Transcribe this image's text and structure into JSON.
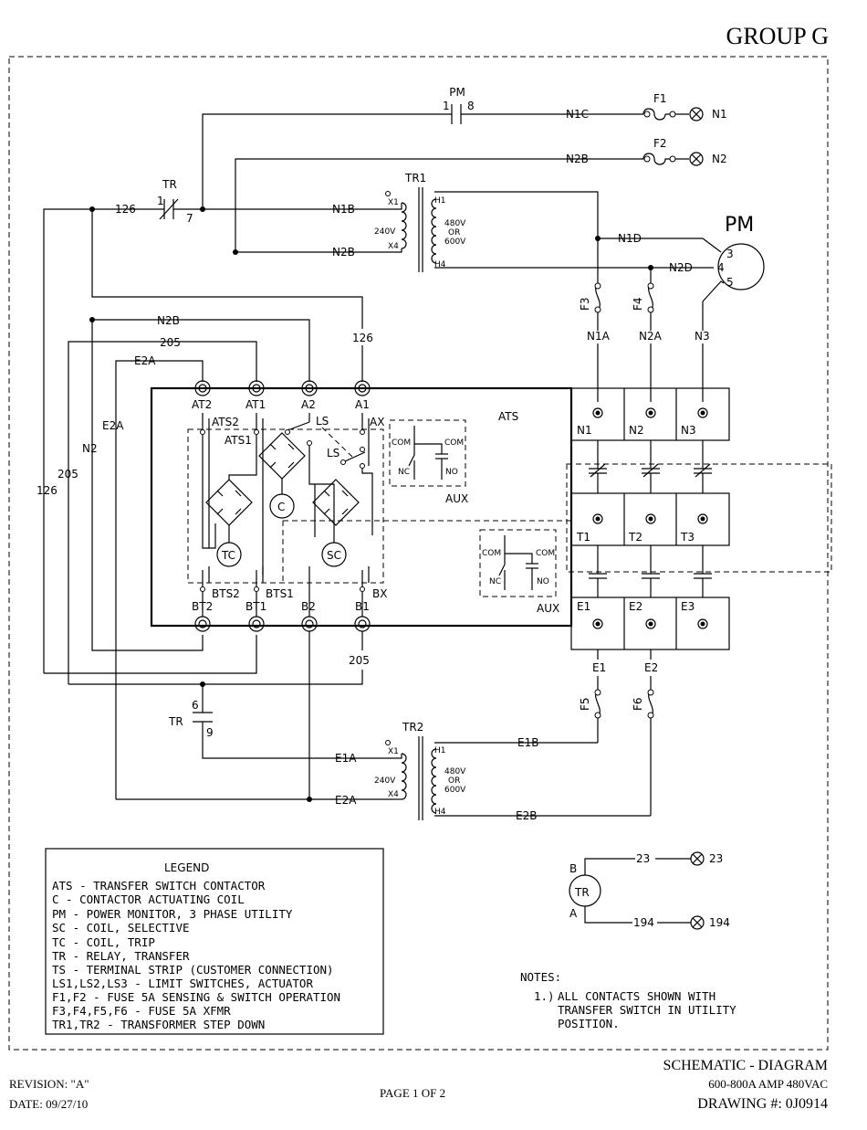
{
  "header": {
    "group": "GROUP G"
  },
  "top_wires": {
    "pm_contact": {
      "tag": "PM",
      "pin1": "1",
      "pin2": "8"
    },
    "n1c": "N1C",
    "n2b": "N2B",
    "n1b": "N1B",
    "n2b2": "N2B",
    "f1": "F1",
    "f2": "F2",
    "n1": "N1",
    "n2": "N2",
    "tr_contact": {
      "tag": "TR",
      "pin1": "1",
      "pin2": "7",
      "wire": "126"
    }
  },
  "tr1": {
    "name": "TR1",
    "x1": "X1",
    "x4": "X4",
    "h1": "H1",
    "h4": "H4",
    "secondary": "240V",
    "primary": [
      "480V",
      "OR",
      "600V"
    ]
  },
  "pm": {
    "name": "PM",
    "pins": [
      "3",
      "4",
      "5"
    ],
    "n1d": "N1D",
    "n2d": "N2D"
  },
  "fuses_top": {
    "f3": "F3",
    "f4": "F4",
    "n1a": "N1A",
    "n2a": "N2A",
    "n3": "N3"
  },
  "left_wires": {
    "n2b": "N2B",
    "w205": "205",
    "e2a": "E2A",
    "w126": "126",
    "e2a_v": "E2A",
    "n2_v": "N2",
    "w205_v": "205",
    "w126_v": "126"
  },
  "ats": {
    "name": "ATS",
    "top_terms": [
      "AT2",
      "AT1",
      "A2",
      "A1"
    ],
    "bottom_terms": [
      "BT2",
      "BT1",
      "B2",
      "B1"
    ],
    "contacts": [
      "ATS2",
      "ATS1",
      "LS",
      "AX",
      "LS",
      "BTS2",
      "BTS1",
      "BX"
    ],
    "coils": [
      "TC",
      "C",
      "SC"
    ],
    "aux1": {
      "com1": "COM",
      "com2": "COM",
      "nc": "NC",
      "no": "NO",
      "label": "AUX"
    },
    "aux2": {
      "com1": "COM",
      "com2": "COM",
      "nc": "NC",
      "no": "NO",
      "label": "AUX"
    }
  },
  "power_terms": {
    "n": [
      "N1",
      "N2",
      "N3"
    ],
    "t": [
      "T1",
      "T2",
      "T3"
    ],
    "e": [
      "E1",
      "E2",
      "E3"
    ]
  },
  "bottom_wires": {
    "w205": "205",
    "e1": "E1",
    "e2": "E2",
    "f5": "F5",
    "f6": "F6",
    "tr_contact": {
      "tag": "TR",
      "pin1": "6",
      "pin2": "9"
    },
    "e1a": "E1A",
    "e2a": "E2A",
    "e1b": "E1B",
    "e2b": "E2B"
  },
  "tr2": {
    "name": "TR2",
    "x1": "X1",
    "x4": "X4",
    "h1": "H1",
    "h4": "H4",
    "secondary": "240V",
    "primary": [
      "480V",
      "OR",
      "600V"
    ]
  },
  "tr_coil": {
    "name": "TR",
    "b": "B",
    "a": "A",
    "w23": "23",
    "w194": "194",
    "t23": "23",
    "t194": "194"
  },
  "legend": {
    "title": "LEGEND",
    "lines": [
      "ATS - TRANSFER SWITCH CONTACTOR",
      "C    - CONTACTOR ACTUATING COIL",
      "PM   - POWER MONITOR, 3 PHASE UTILITY",
      "SC - COIL, SELECTIVE",
      "TC - COIL, TRIP",
      "TR   - RELAY, TRANSFER",
      "TS   - TERMINAL STRIP (CUSTOMER CONNECTION)",
      "LS1,LS2,LS3 - LIMIT SWITCHES, ACTUATOR",
      "F1,F2 - FUSE 5A SENSING & SWITCH OPERATION",
      "F3,F4,F5,F6 - FUSE 5A XFMR",
      "TR1,TR2 - TRANSFORMER STEP DOWN"
    ]
  },
  "notes": {
    "title": "NOTES:",
    "item_num": "1.)",
    "lines": [
      "ALL CONTACTS SHOWN WITH",
      "TRANSFER SWITCH IN UTILITY",
      "POSITION."
    ]
  },
  "footer": {
    "title": "SCHEMATIC - DIAGRAM",
    "subtitle": "600-800A AMP 480VAC",
    "drawing": "DRAWING #: 0J0914",
    "revision": "REVISION: \"A\"",
    "date": "DATE: 09/27/10",
    "page": "PAGE 1 OF 2"
  }
}
